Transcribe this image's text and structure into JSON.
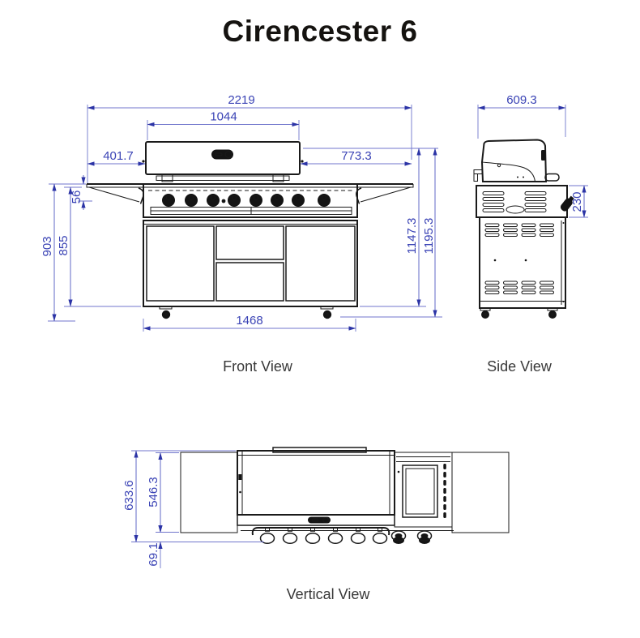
{
  "title": "Cirencester 6",
  "colors": {
    "dimension_text": "#3a43b5",
    "dimension_line": "#7076cc",
    "arrow": "#2c34a6",
    "drawing_ink": "#1a1a1a"
  },
  "views": {
    "front": {
      "label": "Front View",
      "dims": {
        "overall_width": "2219",
        "hood_width": "1044",
        "left_offset": "401.7",
        "right_offset": "773.3",
        "shelf_thickness": "56",
        "body_height": "855",
        "shelf_height": "903",
        "hood_height": "1147.3",
        "total_height": "1195.3",
        "base_width": "1468"
      }
    },
    "side": {
      "label": "Side View",
      "dims": {
        "depth": "609.3",
        "panel_height": "230"
      }
    },
    "vertical": {
      "label": "Vertical View",
      "dims": {
        "total_depth": "633.6",
        "body_depth": "546.3",
        "knob_depth": "69.1"
      }
    }
  }
}
